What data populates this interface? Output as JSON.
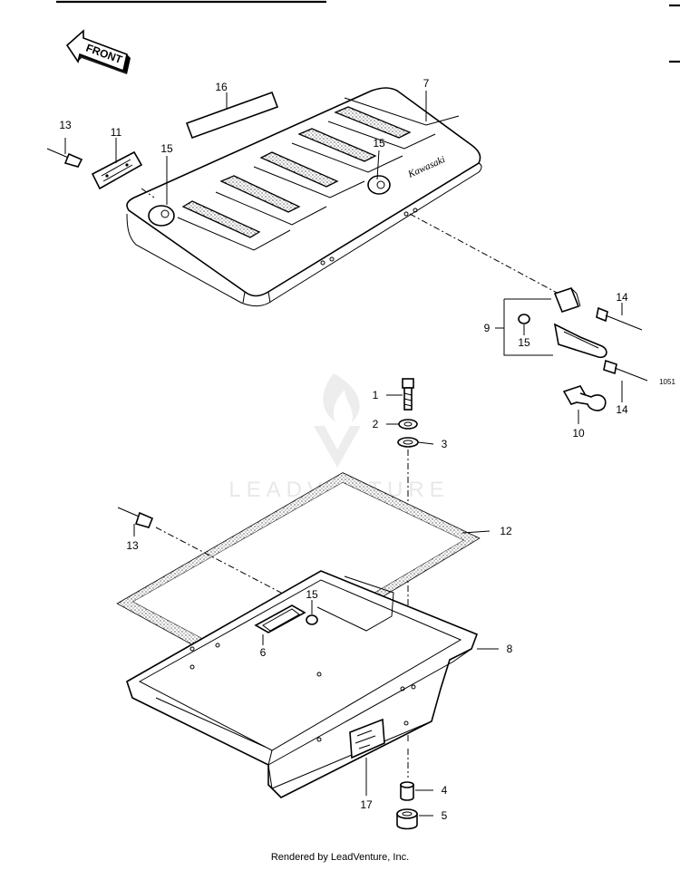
{
  "front_label": "FRONT",
  "brand_mark": "Kawasaki",
  "watermark": "LEADVENTURE",
  "side_code": "1051",
  "footer": "Rendered by LeadVenture, Inc.",
  "callouts": [
    {
      "id": "c1",
      "text": "1"
    },
    {
      "id": "c2",
      "text": "2"
    },
    {
      "id": "c3",
      "text": "3"
    },
    {
      "id": "c4",
      "text": "4"
    },
    {
      "id": "c5",
      "text": "5"
    },
    {
      "id": "c6",
      "text": "6"
    },
    {
      "id": "c7",
      "text": "7"
    },
    {
      "id": "c8",
      "text": "8"
    },
    {
      "id": "c9",
      "text": "9"
    },
    {
      "id": "c10",
      "text": "10"
    },
    {
      "id": "c11",
      "text": "11"
    },
    {
      "id": "c12",
      "text": "12"
    },
    {
      "id": "c13a",
      "text": "13"
    },
    {
      "id": "c13b",
      "text": "13"
    },
    {
      "id": "c14a",
      "text": "14"
    },
    {
      "id": "c14b",
      "text": "14"
    },
    {
      "id": "c15a",
      "text": "15"
    },
    {
      "id": "c15b",
      "text": "15"
    },
    {
      "id": "c15c",
      "text": "15"
    },
    {
      "id": "c15d",
      "text": "15"
    },
    {
      "id": "c16",
      "text": "16"
    },
    {
      "id": "c17",
      "text": "17"
    }
  ]
}
